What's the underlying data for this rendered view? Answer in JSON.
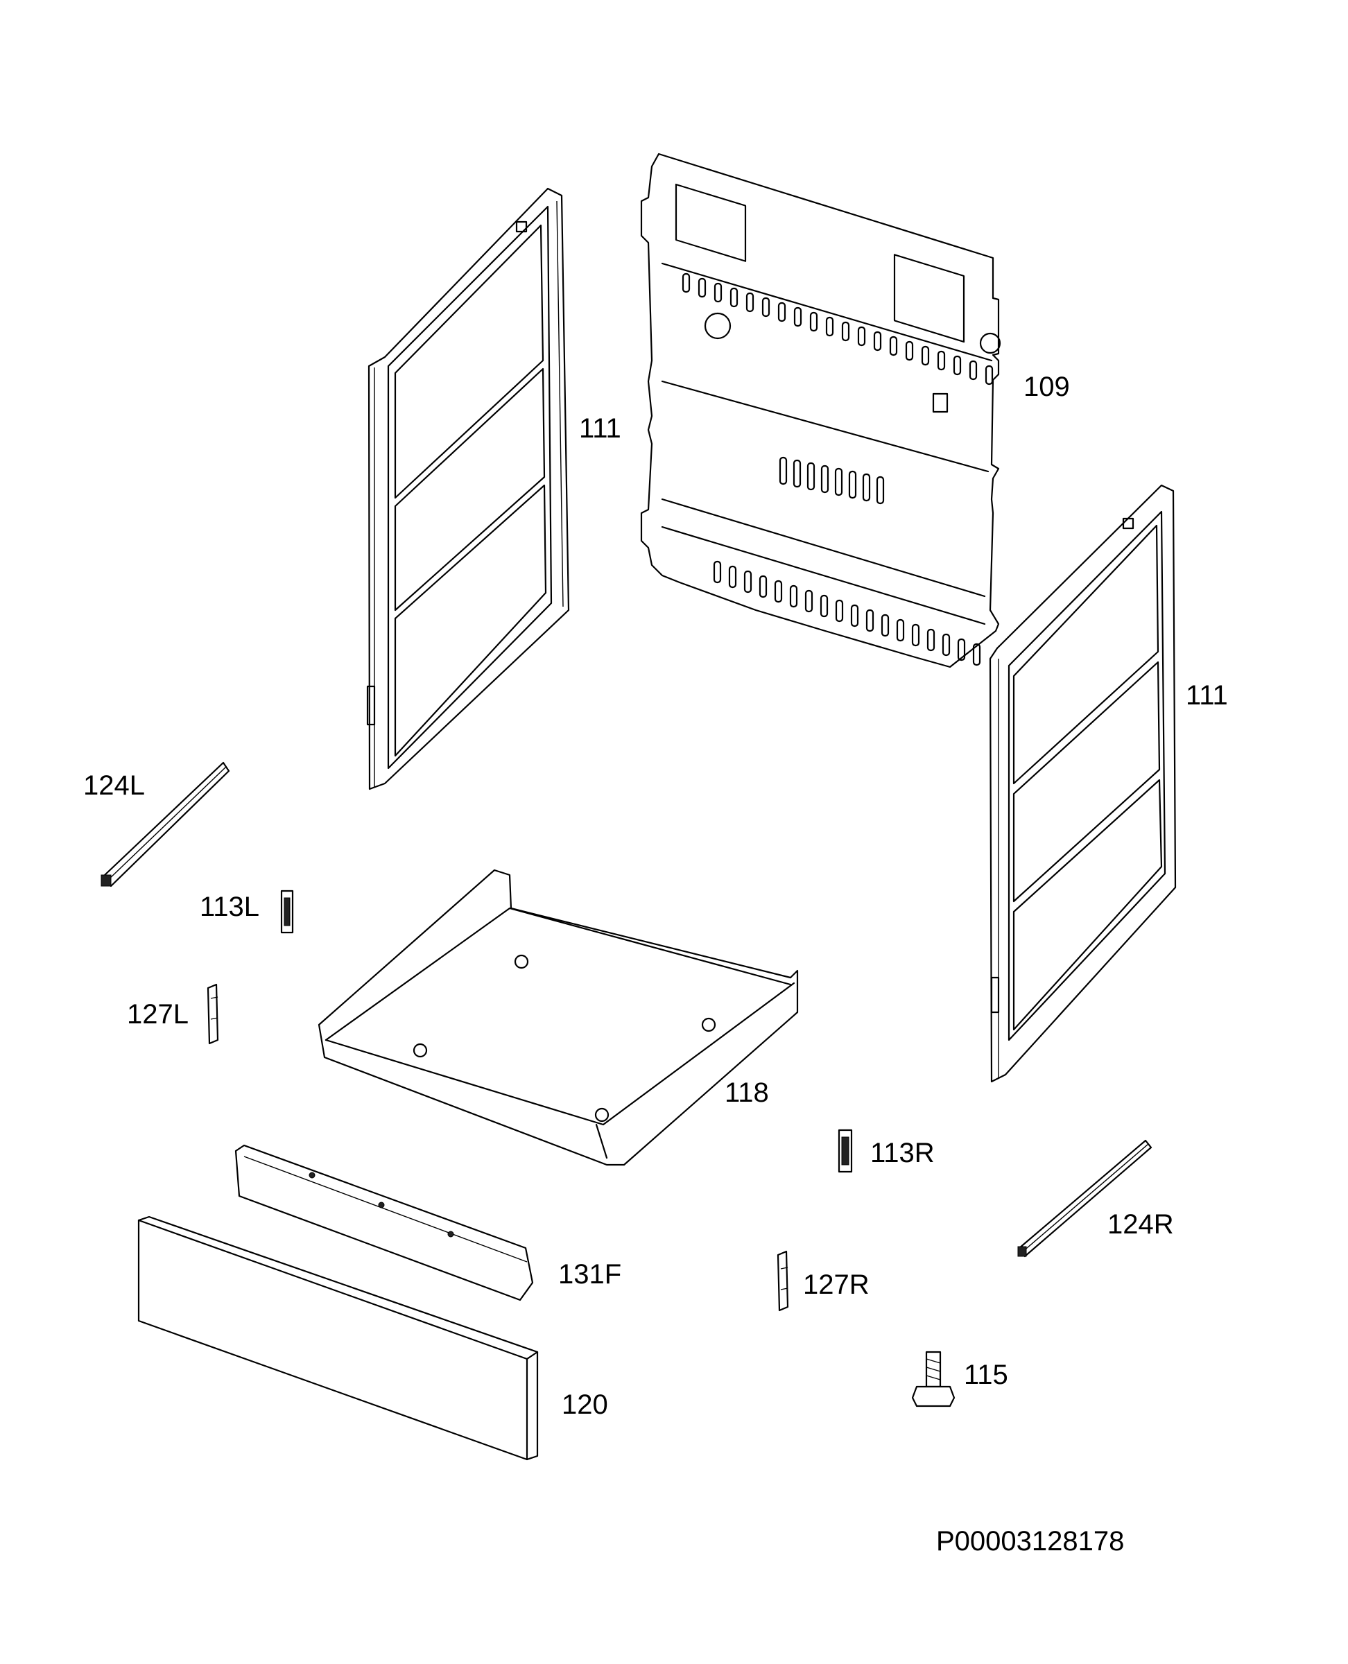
{
  "diagram_id": "P00003128178",
  "parts": [
    {
      "key": "p109",
      "label": "109"
    },
    {
      "key": "p111a",
      "label": "111"
    },
    {
      "key": "p111b",
      "label": "111"
    },
    {
      "key": "p124L",
      "label": "124L"
    },
    {
      "key": "p113L",
      "label": "113L"
    },
    {
      "key": "p127L",
      "label": "127L"
    },
    {
      "key": "p118",
      "label": "118"
    },
    {
      "key": "p113R",
      "label": "113R"
    },
    {
      "key": "p124R",
      "label": "124R"
    },
    {
      "key": "p131F",
      "label": "131F"
    },
    {
      "key": "p127R",
      "label": "127R"
    },
    {
      "key": "p115",
      "label": "115"
    },
    {
      "key": "p120",
      "label": "120"
    }
  ]
}
